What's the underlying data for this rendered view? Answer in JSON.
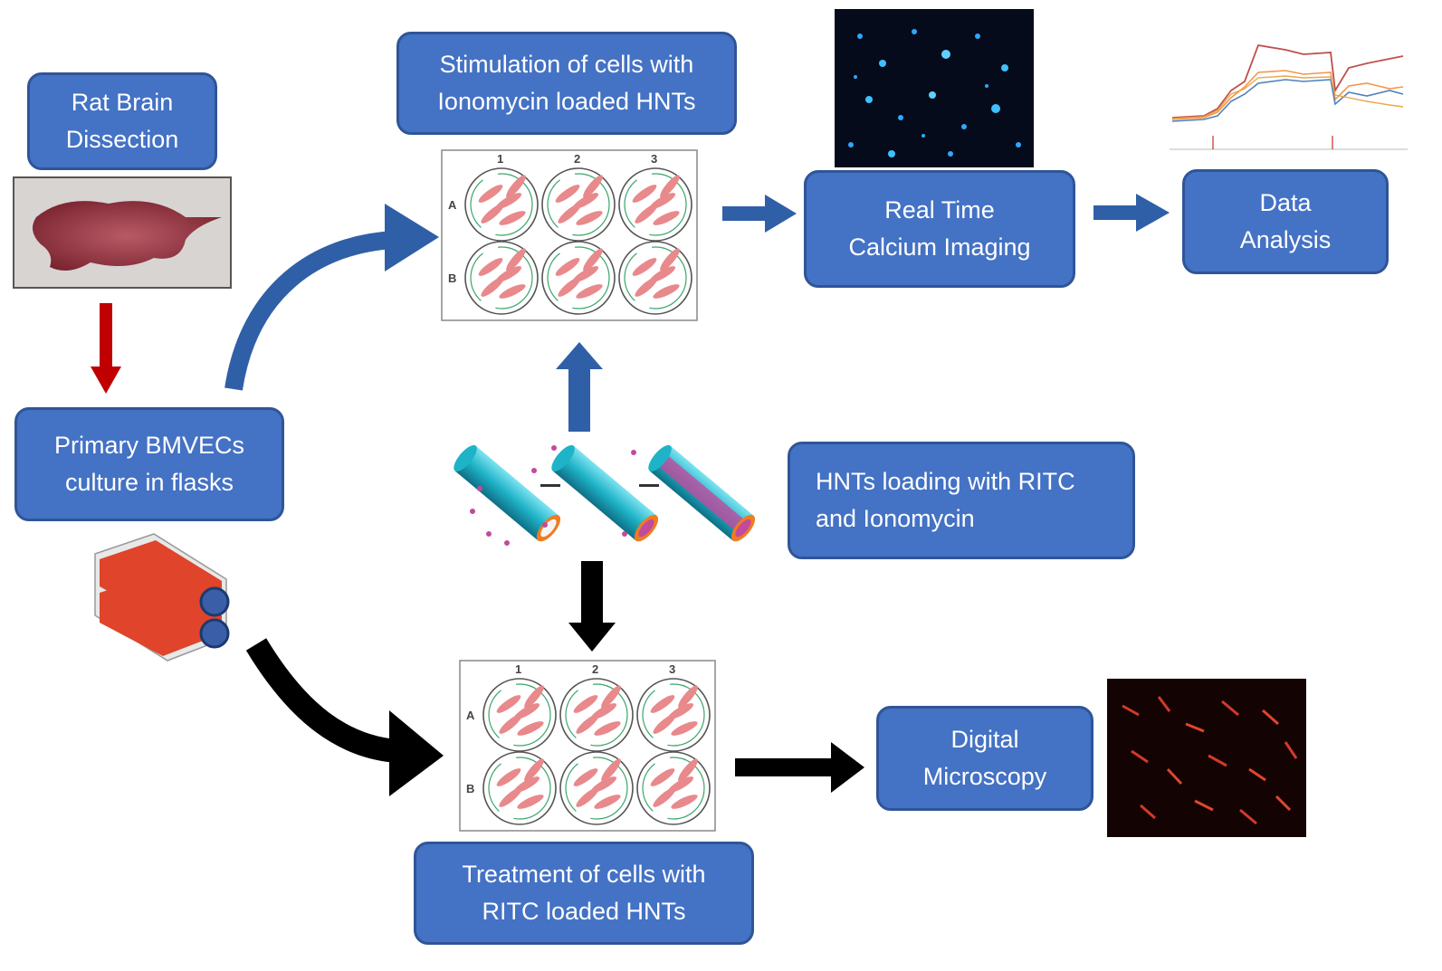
{
  "diagram": {
    "boxes": {
      "rat_brain": {
        "lines": [
          "Rat Brain",
          "Dissection"
        ]
      },
      "primary_culture": {
        "lines": [
          "Primary BMVECs",
          "culture in flasks"
        ]
      },
      "stimulation": {
        "lines": [
          "Stimulation of cells with",
          "Ionomycin loaded HNTs"
        ]
      },
      "calcium_imaging": {
        "lines": [
          "Real Time",
          "Calcium Imaging"
        ]
      },
      "data_analysis": {
        "lines": [
          "Data",
          "Analysis"
        ]
      },
      "hnt_loading": {
        "lines": [
          "HNTs loading with RITC",
          "and Ionomycin"
        ]
      },
      "treatment": {
        "lines": [
          "Treatment of cells with",
          "RITC loaded HNTs"
        ]
      },
      "digital_microscopy": {
        "lines": [
          "Digital",
          "Microscopy"
        ]
      }
    },
    "plate_columns": [
      "1",
      "2",
      "3"
    ],
    "plate_rows": [
      "A",
      "B"
    ],
    "colors": {
      "box_fill": "#4472c4",
      "box_border": "#2f5597",
      "blue_arrow": "#2f5fa7",
      "red_arrow": "#c00000",
      "black_arrow": "#000000",
      "hnt_tube": "#1fb3c8",
      "cell": "#e8898c"
    }
  }
}
